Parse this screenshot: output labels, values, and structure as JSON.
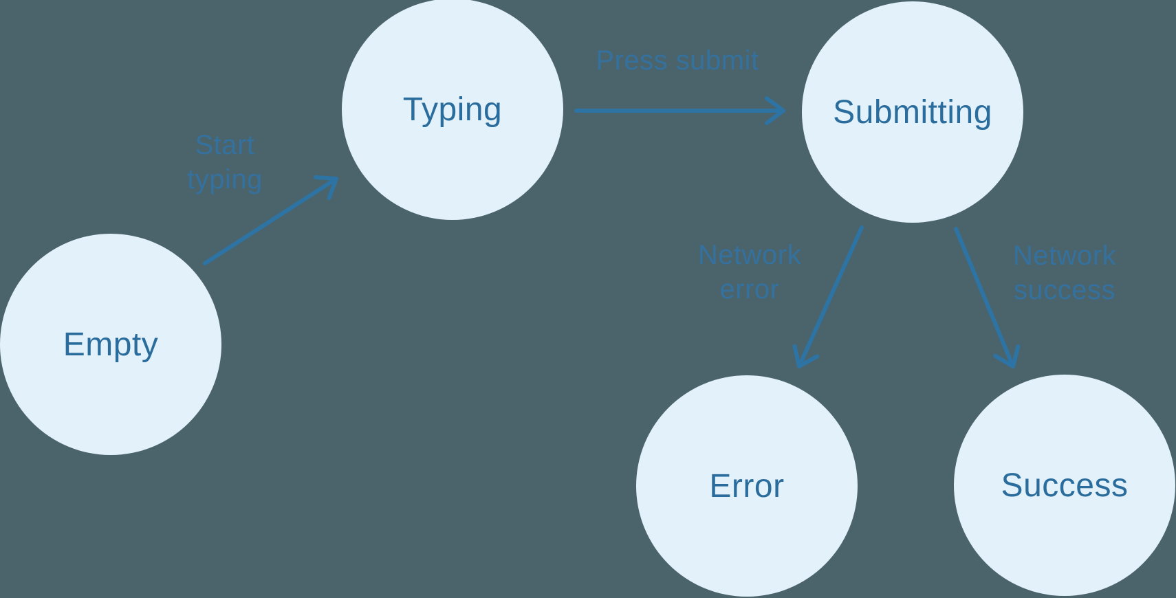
{
  "diagram": {
    "type": "state-machine",
    "states": [
      {
        "id": "empty",
        "label": "Empty"
      },
      {
        "id": "typing",
        "label": "Typing"
      },
      {
        "id": "submitting",
        "label": "Submitting"
      },
      {
        "id": "error",
        "label": "Error"
      },
      {
        "id": "success",
        "label": "Success"
      }
    ],
    "transitions": [
      {
        "from": "empty",
        "to": "typing",
        "label": "Start typing"
      },
      {
        "from": "typing",
        "to": "submitting",
        "label": "Press submit"
      },
      {
        "from": "submitting",
        "to": "error",
        "label": "Network error"
      },
      {
        "from": "submitting",
        "to": "success",
        "label": "Network success"
      }
    ]
  },
  "colors": {
    "background": "#4b646c",
    "node_fill": "#e3f1fb",
    "node_text": "#2a6d9d",
    "arrow": "#2d73a3",
    "edge_label": "#34719e"
  }
}
